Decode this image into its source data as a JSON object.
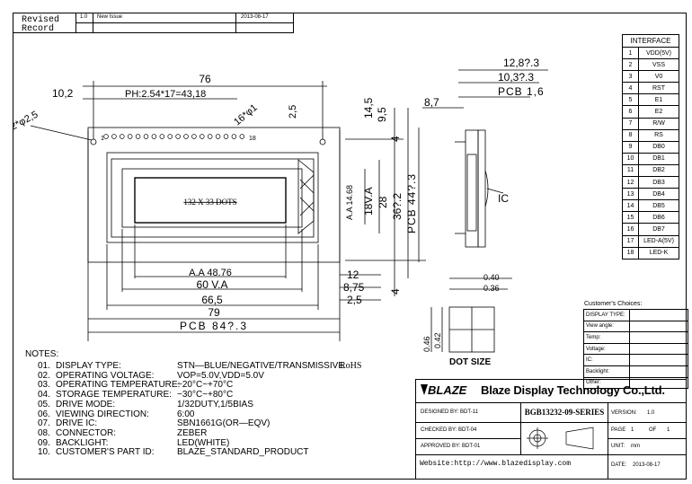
{
  "revision": {
    "header_label": "Revised Record",
    "rev": "1.0",
    "description": "New Issue",
    "date": "2013-08-17"
  },
  "interface": {
    "title": "INTERFACE",
    "pins": [
      {
        "no": "1",
        "signal": "VDD(5V)"
      },
      {
        "no": "2",
        "signal": "VSS"
      },
      {
        "no": "3",
        "signal": "V0"
      },
      {
        "no": "4",
        "signal": "RST"
      },
      {
        "no": "5",
        "signal": "E1"
      },
      {
        "no": "6",
        "signal": "E2"
      },
      {
        "no": "7",
        "signal": "R/W"
      },
      {
        "no": "8",
        "signal": "RS"
      },
      {
        "no": "9",
        "signal": "DB0"
      },
      {
        "no": "10",
        "signal": "DB1"
      },
      {
        "no": "11",
        "signal": "DB2"
      },
      {
        "no": "12",
        "signal": "DB3"
      },
      {
        "no": "13",
        "signal": "DB4"
      },
      {
        "no": "14",
        "signal": "DB5"
      },
      {
        "no": "15",
        "signal": "DB6"
      },
      {
        "no": "16",
        "signal": "DB7"
      },
      {
        "no": "17",
        "signal": "LED-A(5V)"
      },
      {
        "no": "18",
        "signal": "LED-K"
      }
    ]
  },
  "front_view": {
    "dims": {
      "overall_width": "76",
      "left_offset": "10,2",
      "pitch": "PH:2.54*17=43,18",
      "mount_holes": "2*φ2,5",
      "pin_holes": "16*φ1",
      "pin_margin": "2,5",
      "pin_first": "1",
      "pin_last": "18",
      "panel_text": "132 X 33 DOTS",
      "aa_width": "A.A 48.76",
      "va_width": "60 V.A",
      "bezel_width": "66,5",
      "outline_width": "79",
      "pcb_width": "PCB 84?.3",
      "right_12": "12",
      "right_8_75": "8,75",
      "right_2_5": "2,5",
      "height_14_5": "14,5",
      "height_9_5": "9,5",
      "aa_height": "A.A 14.68",
      "va_height": "18V.A",
      "height_28": "28",
      "height_36": "36?.2",
      "pcb_height": "PCB 44?.3",
      "edge_4_top": "4",
      "edge_4_bottom": "4"
    }
  },
  "side_view": {
    "total": "12,8?.3",
    "depth": "10,3?.3",
    "pcb": "PCB 1,6",
    "pin": "8,7",
    "ic": "IC"
  },
  "dot_size": {
    "label": "DOT SIZE",
    "d_040": "0.40",
    "d_036": "0.36",
    "d_046": "0.46",
    "d_042": "0.42"
  },
  "notes": {
    "title": "NOTES:",
    "items": [
      {
        "no": "01.",
        "label": "DISPLAY TYPE:",
        "value": "STN—BLUE/NEGATIVE/TRANSMISSIVE",
        "extra": "RoHS"
      },
      {
        "no": "02.",
        "label": "OPERATING VOLTAGE:",
        "value": "VOP=5.0V,VDD=5.0V",
        "extra": ""
      },
      {
        "no": "03.",
        "label": "OPERATING TEMPERATURE:",
        "value": "−20°C~+70°C",
        "extra": ""
      },
      {
        "no": "04.",
        "label": "STORAGE TEMPERATURE:",
        "value": "−30°C~+80°C",
        "extra": ""
      },
      {
        "no": "05.",
        "label": "DRIVE MODE:",
        "value": "1/32DUTY,1/5BIAS",
        "extra": ""
      },
      {
        "no": "06.",
        "label": "VIEWING DIRECTION:",
        "value": "6:00",
        "extra": ""
      },
      {
        "no": "07.",
        "label": "DRIVE IC:",
        "value": "SBN1661G(OR—EQV)",
        "extra": ""
      },
      {
        "no": "08.",
        "label": "CONNECTOR:",
        "value": "ZEBER",
        "extra": ""
      },
      {
        "no": "09.",
        "label": "BACKLIGHT:",
        "value": "LED(WHITE)",
        "extra": ""
      },
      {
        "no": "10.",
        "label": "CUSTOMER'S PART ID:",
        "value": "BLAZE_STANDARD_PRODUCT",
        "extra": ""
      }
    ]
  },
  "customer_choices": {
    "title": "Customer's Choices:",
    "rows": [
      "DISPLAY TYPE:",
      "View angle:",
      "Temp:",
      "Voltage:",
      "IC:",
      "Backlight:",
      "Other:"
    ]
  },
  "title_block": {
    "logo_text": "BLAZE",
    "company": "Blaze Display Technology Co.,Ltd.",
    "designed_by": "DESIGNED BY: BDT-11",
    "checked_by": "CHECKED BY: BDT-04",
    "approved_by": "APPROVED BY: BDT-01",
    "part_no": "BGB13232-09-SERIES",
    "version_label": "VERSION:",
    "version": "1.0",
    "page_label": "PAGE",
    "page": "1",
    "of_label": "OF",
    "of": "1",
    "unit_label": "UNIT:",
    "unit": "mm",
    "date_label": "DATE:",
    "date": "2013-08-17",
    "website": "Website:http://www.blazedisplay.com"
  }
}
